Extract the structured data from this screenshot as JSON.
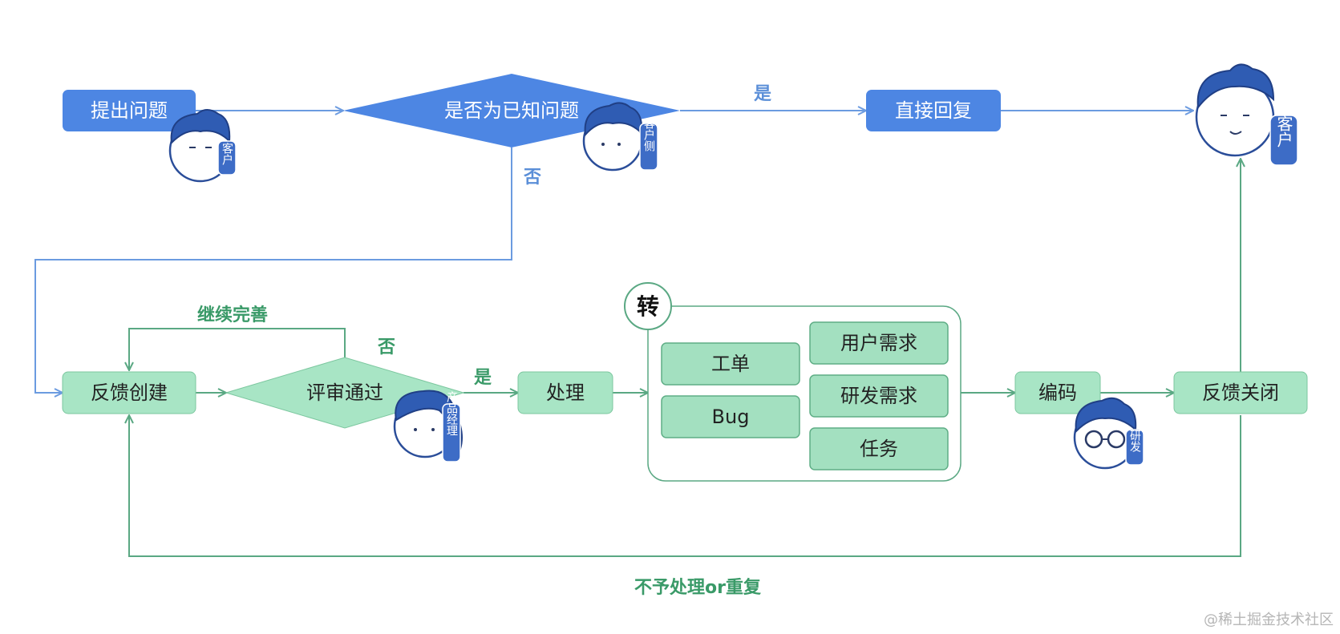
{
  "nodes": {
    "raise": "提出问题",
    "known": "是否为已知问题",
    "reply": "直接回复",
    "create": "反馈创建",
    "review": "评审通过",
    "process": "处理",
    "convert": "转",
    "ticket": "工单",
    "bug": "Bug",
    "user_req": "用户需求",
    "dev_req": "研发需求",
    "task": "任务",
    "coding": "编码",
    "close": "反馈关闭"
  },
  "edge_labels": {
    "known_yes": "是",
    "known_no": "否",
    "review_yes": "是",
    "review_no": "否",
    "continue": "继续完善",
    "reject": "不予处理or重复"
  },
  "roles": {
    "customer_small": "客户",
    "customer_side": "客户侧",
    "customer_big": "客户",
    "pm": "产品经理",
    "dev": "研发"
  },
  "watermark": "@稀土掘金技术社区",
  "colors": {
    "blue": "#4d86e3",
    "green": "#a8e5c5",
    "label_blue": "#5b8fd8",
    "label_green": "#3a9a68"
  }
}
